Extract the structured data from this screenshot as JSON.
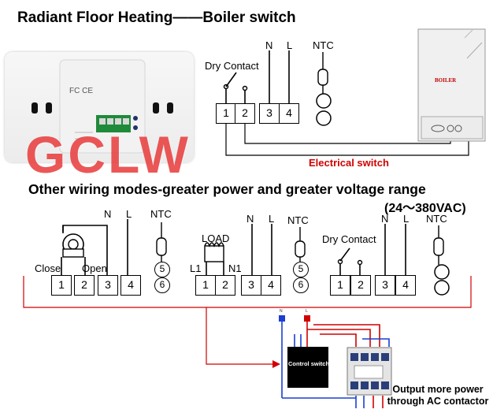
{
  "header": {
    "title_left": "Radiant Floor Heating",
    "title_right": "Boiler switch",
    "subtitle": "Other wiring modes-greater power and greater voltage range",
    "range": "(24～380VAC)"
  },
  "watermark": "GCLW",
  "top_diagram": {
    "dry_contact": "Dry Contact",
    "n": "N",
    "l": "L",
    "ntc": "NTC",
    "terminals": [
      "1",
      "2",
      "3",
      "4"
    ],
    "boiler": "BOILER",
    "electrical_switch": "Electrical switch"
  },
  "mode1": {
    "close": "Close",
    "open": "Open",
    "n": "N",
    "l": "L",
    "ntc": "NTC",
    "terminals": [
      "1",
      "2",
      "3",
      "4"
    ],
    "ntc_pins": [
      "5",
      "6"
    ]
  },
  "mode2": {
    "load": "LOAD",
    "l1": "L1",
    "n1": "N1",
    "n": "N",
    "l": "L",
    "ntc": "NTC",
    "terminals": [
      "1",
      "2",
      "3",
      "4"
    ],
    "ntc_pins": [
      "5",
      "6"
    ]
  },
  "mode3": {
    "dry_contact": "Dry Contact",
    "n": "N",
    "l": "L",
    "ntc": "NTC",
    "terminals": [
      "1",
      "2",
      "3",
      "4"
    ]
  },
  "contactor": {
    "control_switch": "Control switch",
    "n": "N",
    "l": "L",
    "output": "Output more power through AC contactor"
  },
  "colors": {
    "wire_red": "#d00000",
    "wire_blue": "#1a3fd1",
    "wire_black": "#000000"
  }
}
